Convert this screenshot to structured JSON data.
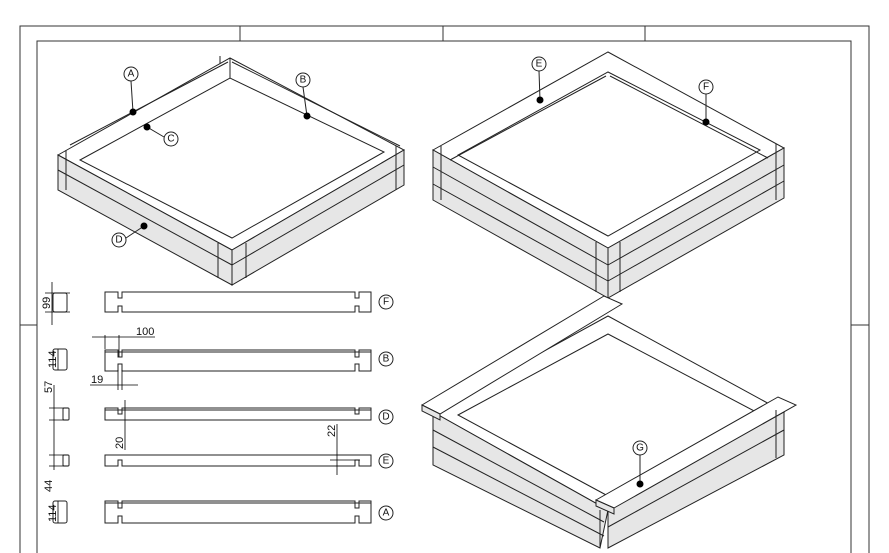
{
  "callouts": {
    "A": "A",
    "B": "B",
    "C": "C",
    "D": "D",
    "E": "E",
    "F": "F",
    "G": "G"
  },
  "parts": [
    {
      "label": "F"
    },
    {
      "label": "B"
    },
    {
      "label": "D"
    },
    {
      "label": "E"
    },
    {
      "label": "A"
    }
  ],
  "dimensions": {
    "f_height": "99",
    "notch_offset": "100",
    "b_height": "114",
    "notch_width": "19",
    "gap_57": "57",
    "notch_depth_20": "20",
    "notch_depth_22": "22",
    "gap_44": "44",
    "a_height": "114"
  }
}
